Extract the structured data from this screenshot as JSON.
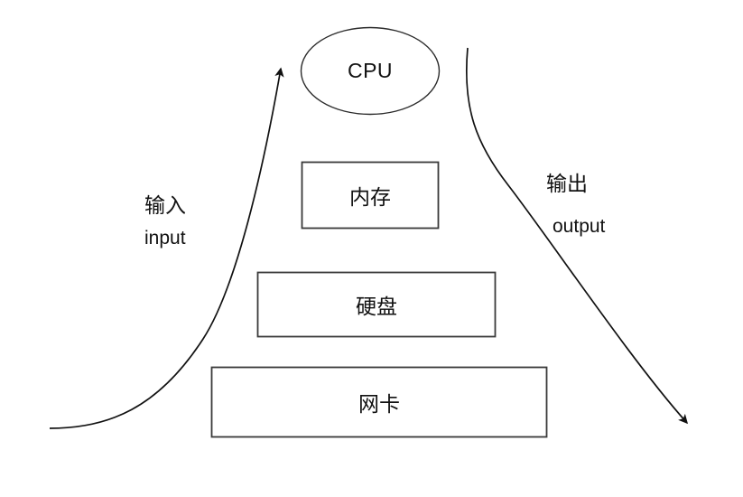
{
  "diagram": {
    "title": "computer-architecture-io-diagram",
    "background_color": "#ffffff",
    "stroke_color": "#333333",
    "text_color": "#111111",
    "nodes": [
      {
        "id": "cpu",
        "label": "CPU",
        "shape": "ellipse",
        "icon": "cpu-ellipse-icon"
      },
      {
        "id": "memory",
        "label": "内存",
        "shape": "rectangle",
        "icon": "memory-box-icon"
      },
      {
        "id": "disk",
        "label": "硬盘",
        "shape": "rectangle",
        "icon": "disk-box-icon"
      },
      {
        "id": "nic",
        "label": "网卡",
        "shape": "rectangle",
        "icon": "nic-box-icon"
      }
    ],
    "flows": [
      {
        "id": "input",
        "label_cn": "输入",
        "label_en": "input",
        "direction": "up-right",
        "icon": "input-curved-arrow-icon"
      },
      {
        "id": "output",
        "label_cn": "输出",
        "label_en": "output",
        "direction": "down-right",
        "icon": "output-curved-arrow-icon"
      }
    ]
  }
}
